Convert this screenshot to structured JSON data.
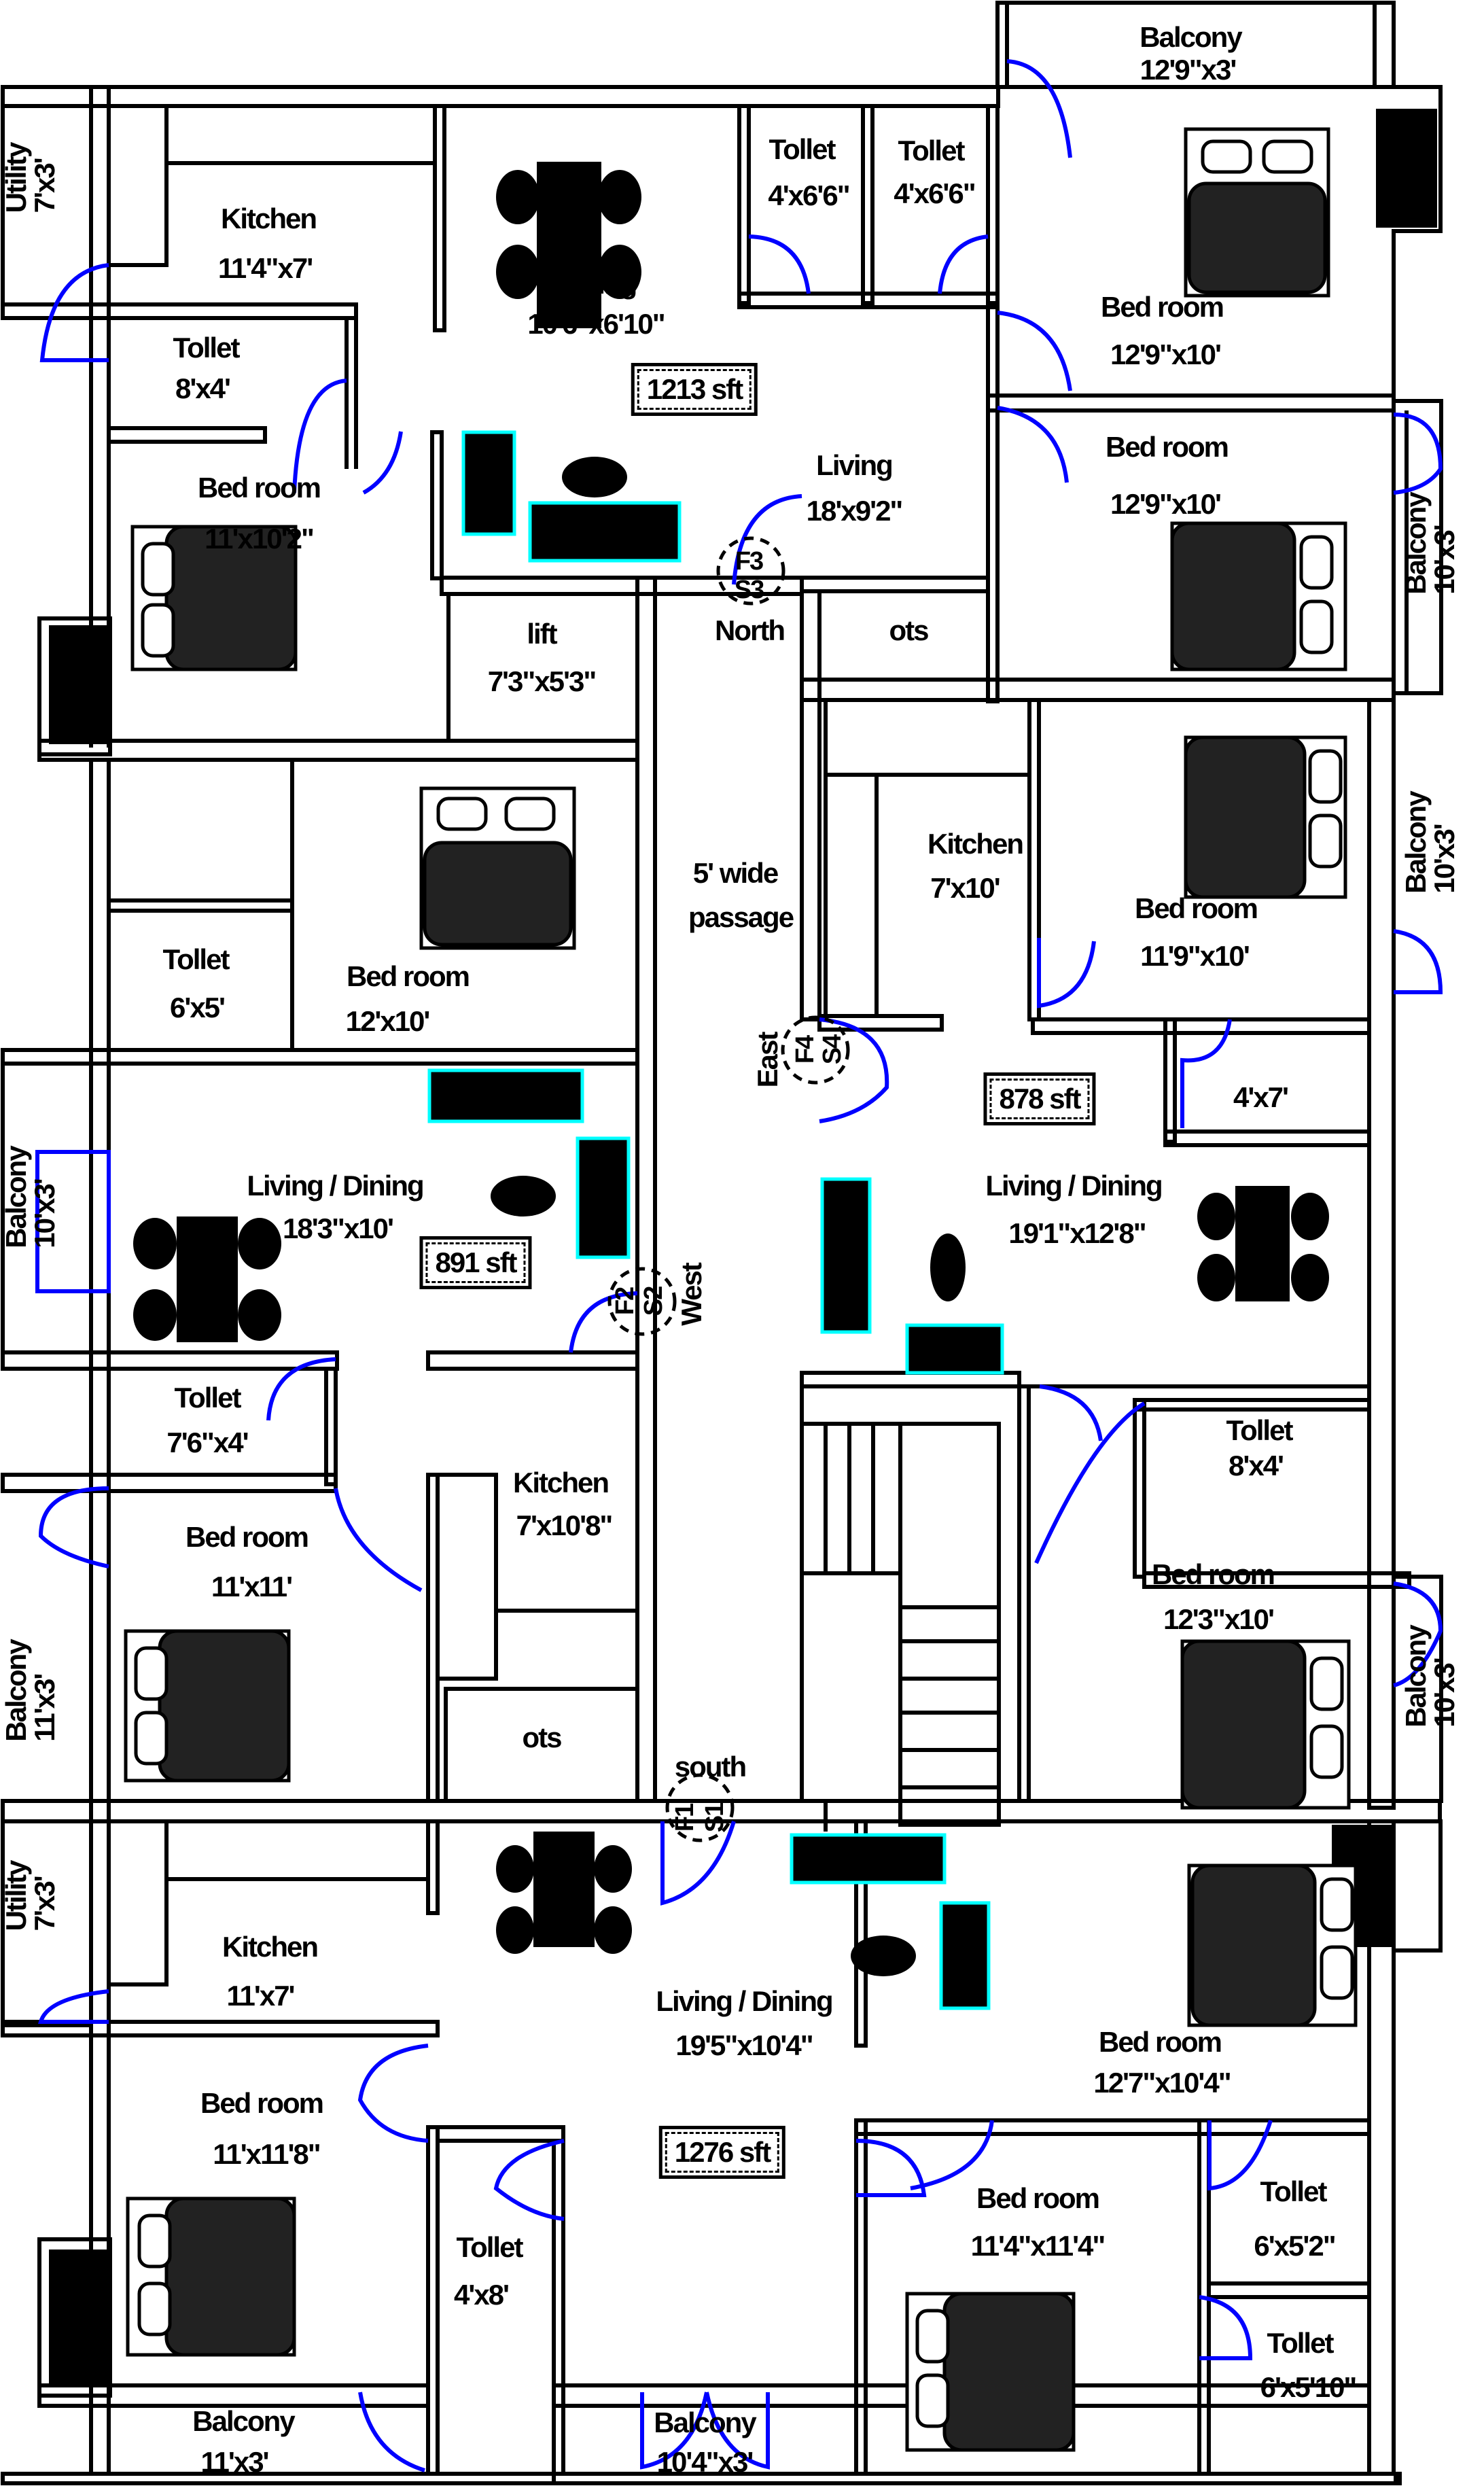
{
  "plan": {
    "flats": [
      {
        "id": "F3",
        "stair": "S3",
        "facing": "North",
        "area": "1213 sft",
        "rooms": [
          {
            "name": "Utility",
            "size": "7'x3'"
          },
          {
            "name": "Kitchen",
            "size": "11'4\"x7'"
          },
          {
            "name": "Dining",
            "size": "10'6\"x6'10\""
          },
          {
            "name": "Tollet",
            "size": "4'x6'6\""
          },
          {
            "name": "Tollet",
            "size": "4'x6'6\""
          },
          {
            "name": "Balcony",
            "size": "12'9\"x3'"
          },
          {
            "name": "Bed room",
            "size": "12'9\"x10'"
          },
          {
            "name": "Tollet",
            "size": "8'x4'"
          },
          {
            "name": "Bed room",
            "size": "11'x10'2\""
          },
          {
            "name": "Living",
            "size": "18'x9'2\""
          },
          {
            "name": "Bed room",
            "size": "12'9\"x10'"
          },
          {
            "name": "Balcony",
            "size": "10'x3'"
          }
        ]
      },
      {
        "id": "F2",
        "stair": "S2",
        "facing": "West",
        "area": "891 sft",
        "rooms": [
          {
            "name": "Tollet",
            "size": "6'x5'"
          },
          {
            "name": "Bed room",
            "size": "12'x10'"
          },
          {
            "name": "Balcony",
            "size": "10'x3'"
          },
          {
            "name": "Living / Dining",
            "size": "18'3\"x10'"
          },
          {
            "name": "Tollet",
            "size": "7'6\"x4'"
          },
          {
            "name": "Bed room",
            "size": "11'x11'"
          },
          {
            "name": "Kitchen",
            "size": "7'x10'8\""
          },
          {
            "name": "Balcony",
            "size": "11'x3'"
          }
        ]
      },
      {
        "id": "F4",
        "stair": "S4",
        "facing": "East",
        "area": "878 sft",
        "rooms": [
          {
            "name": "Kitchen",
            "size": "7'x10'"
          },
          {
            "name": "Bed room",
            "size": "11'9\"x10'"
          },
          {
            "name": "Balcony",
            "size": "10'x3'"
          },
          {
            "name": "",
            "size": "4'x7'"
          },
          {
            "name": "Living / Dining",
            "size": "19'1\"x12'8\""
          },
          {
            "name": "Tollet",
            "size": "8'x4'"
          },
          {
            "name": "Bed room",
            "size": "12'3\"x10'"
          },
          {
            "name": "Balcony",
            "size": "10'x3'"
          }
        ]
      },
      {
        "id": "F1",
        "stair": "S1",
        "facing": "south",
        "area": "1276 sft",
        "rooms": [
          {
            "name": "Utility",
            "size": "7'x3'"
          },
          {
            "name": "Kitchen",
            "size": "11'x7'"
          },
          {
            "name": "Living / Dining",
            "size": "19'5\"x10'4\""
          },
          {
            "name": "Bed room",
            "size": "12'7\"x10'4\""
          },
          {
            "name": "Bed room",
            "size": "11'x11'8\""
          },
          {
            "name": "Tollet",
            "size": "4'x8'"
          },
          {
            "name": "Bed room",
            "size": "11'4\"x11'4\""
          },
          {
            "name": "Tollet",
            "size": "6'x5'2\""
          },
          {
            "name": "Tollet",
            "size": "6'x5'10\""
          },
          {
            "name": "Balcony",
            "size": "11'x3'"
          },
          {
            "name": "Balcony",
            "size": "10'4\"x3'"
          }
        ]
      }
    ],
    "common": {
      "lift": {
        "name": "lift",
        "size": "7'3\"x5'3\""
      },
      "ots_north": "ots",
      "ots_south": "ots",
      "passage_line1": "5' wide",
      "passage_line2": "passage"
    },
    "colors": {
      "walls": "#000000",
      "doors": "#0000ff",
      "sofas": "#00ffff"
    }
  }
}
